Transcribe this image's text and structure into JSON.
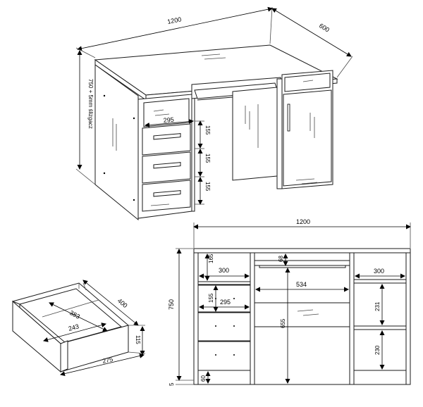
{
  "labels": {
    "top_width": "1200",
    "top_depth": "600",
    "height": "750 + 5mm ślizgacz",
    "iso_drawer_w": "295",
    "iso_d1": "155",
    "iso_d2": "155",
    "iso_d3": "155",
    "front_width": "1200",
    "front_height": "750",
    "front_left_top_h": "165",
    "front_left_top_w": "300",
    "front_kb_h": "68",
    "front_center_w": "534",
    "front_right_w": "300",
    "front_drawer_h": "155",
    "front_drawer_w": "295",
    "front_center_h": "655",
    "front_right_shelf": "231",
    "front_right_bottom": "230",
    "front_plinth": "60",
    "front_glider": "5",
    "drawer_depth": "400",
    "drawer_inner_len": "383",
    "drawer_inner_w": "243",
    "drawer_h": "115",
    "drawer_w": "275"
  }
}
